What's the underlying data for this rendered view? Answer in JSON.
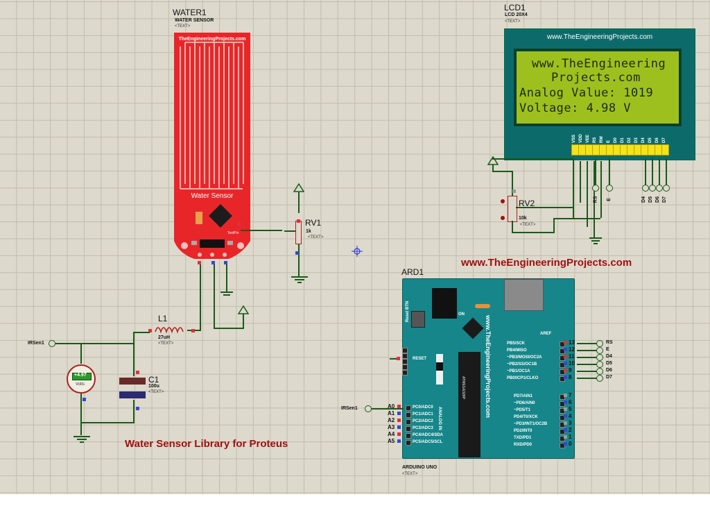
{
  "water": {
    "ref": "WATER1",
    "type": "WATER SENSOR",
    "text_tag": "<TEXT>",
    "board_brand": "TheEngineeringProjects.com",
    "board_label": "Water Sensor",
    "pin_label": "TestPin"
  },
  "rv1": {
    "ref": "RV1",
    "value": "1k",
    "text_tag": "<TEXT>"
  },
  "rv2": {
    "ref": "RV2",
    "value": "10k",
    "text_tag": "<TEXT>"
  },
  "l1": {
    "ref": "L1",
    "value": "27uH",
    "text_tag": "<TEXT>"
  },
  "c1": {
    "ref": "C1",
    "value": "100u",
    "text_tag": "<TEXT>"
  },
  "voltmeter": {
    "reading": "+4.97",
    "unit": "Volts"
  },
  "terminals": {
    "irsen_left": "IRSen1",
    "irsen_ard": "IRSen1"
  },
  "lcd": {
    "ref": "LCD1",
    "type": "LCD 20X4",
    "text_tag": "<TEXT>",
    "header": "www.TheEngineeringProjects.com",
    "lines": [
      "www.TheEngineering",
      "Projects.com",
      "Analog Value: 1019",
      "Voltage: 4.98 V"
    ],
    "pins": [
      "VSS",
      "VDD",
      "VEE",
      "RS",
      "RW",
      "E",
      "D0",
      "D1",
      "D2",
      "D3",
      "D4",
      "D5",
      "D6",
      "D7"
    ],
    "bottom_labels": [
      "RS",
      "E",
      "D4",
      "D5",
      "D6",
      "D7"
    ]
  },
  "arduino": {
    "ref": "ARD1",
    "type": "ARDUINO UNO",
    "text_tag": "<TEXT>",
    "vertical_text": "www.TheEngineeringProjects.com",
    "reset_label": "RESET",
    "aref_label": "AREF",
    "analog_in_label": "ANALOG IN",
    "reset_btn": "Reset BTN",
    "on_label": "ON",
    "chip_label": "ATMEGA328P",
    "analog_pins": [
      "A0",
      "A1",
      "A2",
      "A3",
      "A4",
      "A5"
    ],
    "analog_names": [
      "PC0/ADC0",
      "PC1/ADC1",
      "PC2/ADC2",
      "PC3/ADC3",
      "PC4/ADC4/SDA",
      "PC5/ADC5/SCL"
    ],
    "digital_top": [
      "13",
      "12",
      "11",
      "10",
      "9",
      "8"
    ],
    "digital_top_names": [
      "PB5/SCK",
      "PB4/MISO",
      "~PB3/MOSI/OC2A",
      "~PB2/SS/OC1B",
      "~PB1/OC1A",
      "PB0/ICP1/CLKO"
    ],
    "digital_bottom": [
      "7",
      "6",
      "5",
      "4",
      "3",
      "2",
      "1",
      "0"
    ],
    "digital_bottom_names": [
      "PD7/AIN1",
      "~PD6/AIN0",
      "~PD5/T1",
      "PD4/T0/XCK",
      "~PD3/INT1/OC2B",
      "PD2/INT0",
      "TXD/PD1",
      "RXD/PD0"
    ],
    "outputs": [
      "RS",
      "E",
      "D4",
      "D5",
      "D6",
      "D7"
    ]
  },
  "site_caption": "www.TheEngineeringProjects.com",
  "footer_caption": "Water Sensor Library for Proteus",
  "colors": {
    "sensor_red": "#e8262a",
    "arduino_teal": "#16868a",
    "lcd_green": "#9ec01f",
    "wire_green": "#1a5a1a",
    "caption_red": "#a01010"
  }
}
